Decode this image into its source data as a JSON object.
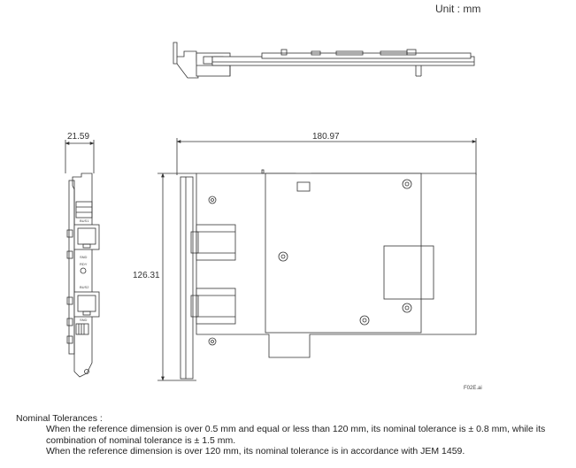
{
  "unit_label": "Unit : mm",
  "figure_id": "F02E.ai",
  "dimensions": {
    "width": "21.59",
    "length": "180.97",
    "height": "126.31"
  },
  "bracket_labels": {
    "bus1": "BUS1",
    "snd1": "SND",
    "rdy": "RDY",
    "bus2": "BUS2",
    "snd2": "SND"
  },
  "tolerances": {
    "heading": "Nominal Tolerances :",
    "line1": "When the reference dimension is over 0.5 mm and equal or less than 120 mm, its nominal tolerance is ± 0.8 mm, while its",
    "line2": "combination of nominal tolerance is ± 1.5 mm.",
    "line3": "When the reference dimension is over 120 mm, its nominal tolerance is in accordance with JEM 1459."
  }
}
